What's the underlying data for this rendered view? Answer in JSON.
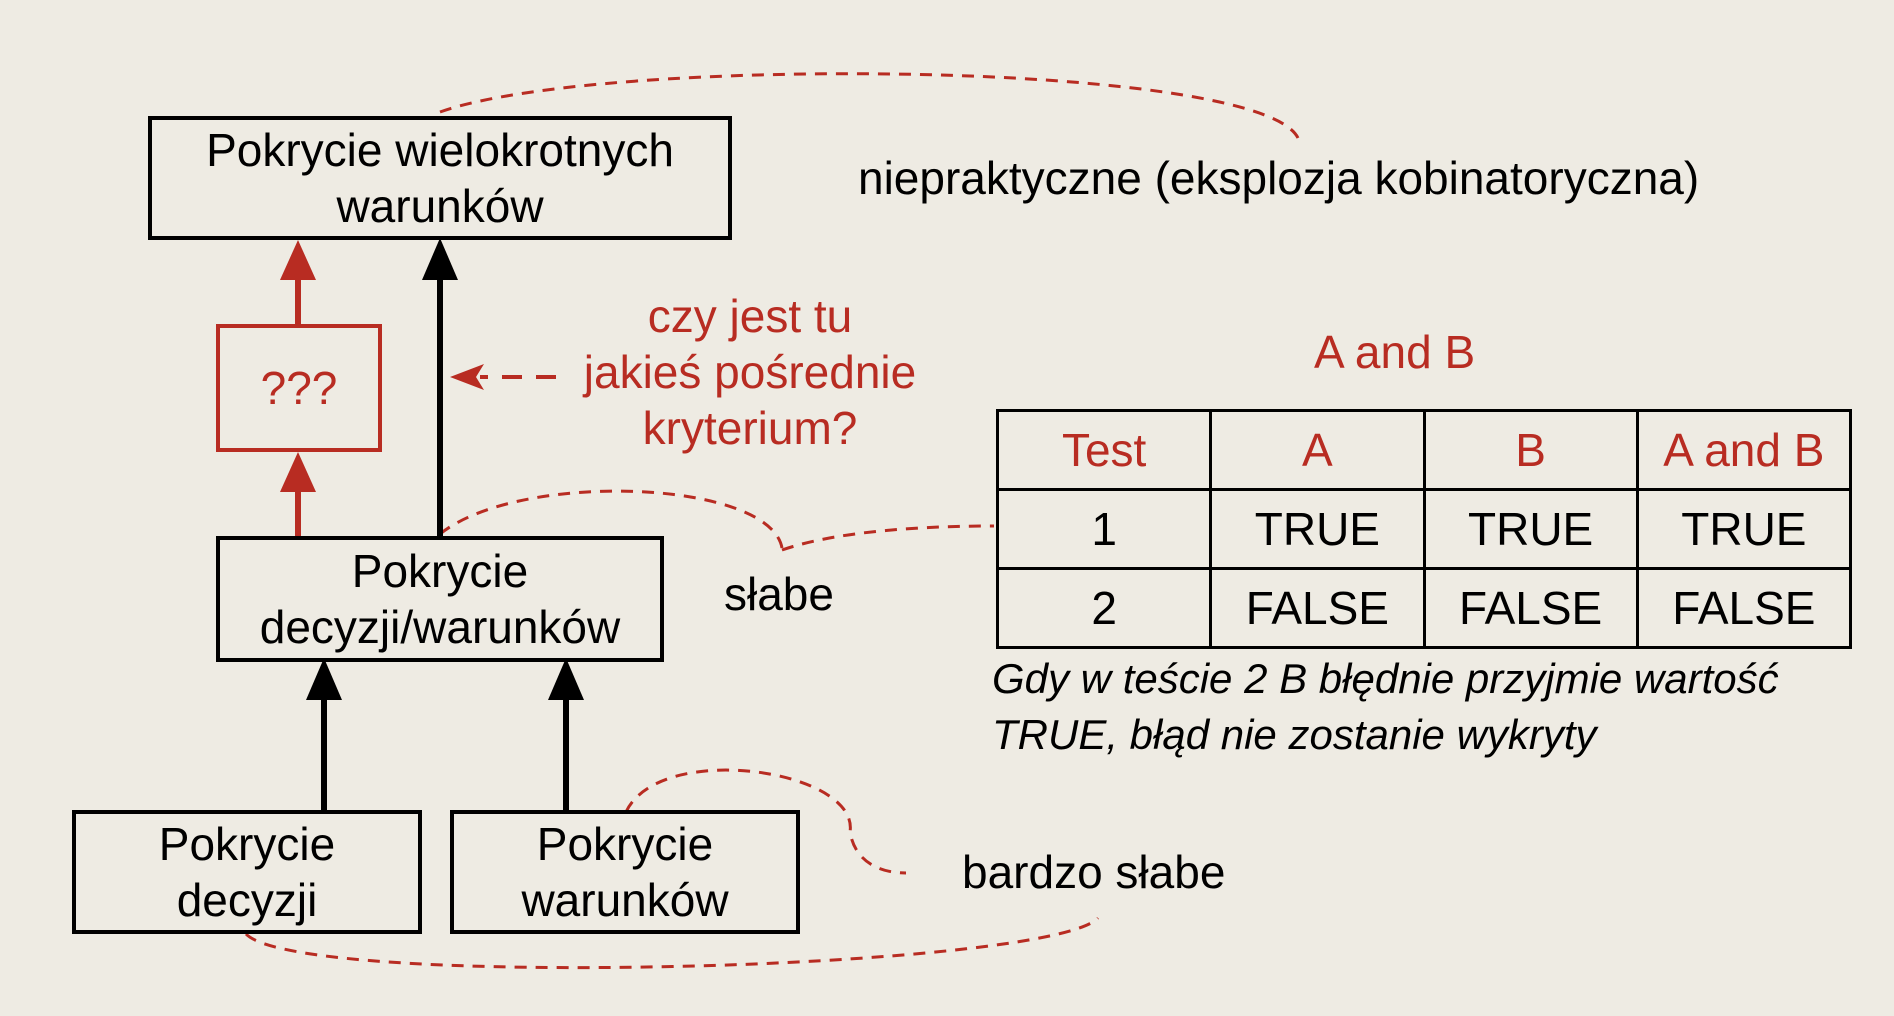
{
  "diagram": {
    "nodes": {
      "multiple_condition": "Pokrycie wielokrotnych\nwarunków",
      "unknown": "???",
      "decision_condition": "Pokrycie\ndecyzji/warunków",
      "decision": "Pokrycie\ndecyzji",
      "condition": "Pokrycie\nwarunków"
    },
    "annotations": {
      "impractical": "niepraktyczne (eksplozja kobinatoryczna)",
      "question": "czy jest tu\njakieś pośrednie\nkryterium?",
      "weak": "słabe",
      "very_weak": "bardzo słabe"
    },
    "colors": {
      "accent": "#b82c22",
      "ink": "#000000",
      "background": "#eeebe3"
    }
  },
  "truth_table": {
    "title": "A and B",
    "headers": [
      "Test",
      "A",
      "B",
      "A and B"
    ],
    "rows": [
      [
        "1",
        "TRUE",
        "TRUE",
        "TRUE"
      ],
      [
        "2",
        "FALSE",
        "FALSE",
        "FALSE"
      ]
    ],
    "note": "Gdy w teście 2 B błędnie przyjmie wartość TRUE, błąd nie zostanie wykryty"
  }
}
